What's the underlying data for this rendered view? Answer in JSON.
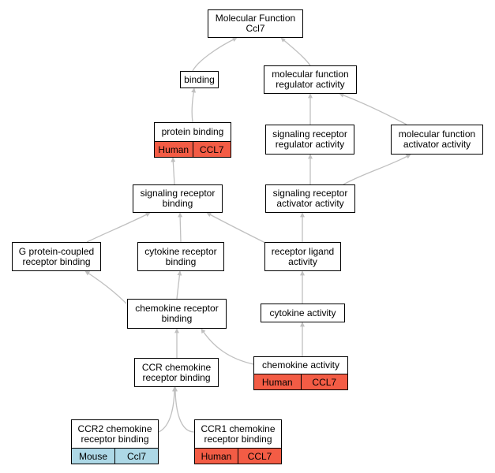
{
  "colors": {
    "human": "#f35c45",
    "mouse": "#add8e6",
    "edge": "#c0c0c0"
  },
  "nodes": {
    "root": {
      "label": "Molecular Function\nCcl7"
    },
    "binding": {
      "label": "binding"
    },
    "mfra": {
      "label": "molecular function\nregulator activity"
    },
    "protein_binding": {
      "label": "protein binding",
      "tags": [
        "Human",
        "CCL7"
      ]
    },
    "srra": {
      "label": "signaling receptor\nregulator activity"
    },
    "mfaa": {
      "label": "molecular function\nactivator activity"
    },
    "srb": {
      "label": "signaling receptor\nbinding"
    },
    "sraa": {
      "label": "signaling receptor\nactivator activity"
    },
    "gpcr": {
      "label": "G protein-coupled\nreceptor binding"
    },
    "crb": {
      "label": "cytokine receptor\nbinding"
    },
    "rla": {
      "label": "receptor ligand\nactivity"
    },
    "chrb": {
      "label": "chemokine receptor\nbinding"
    },
    "ca": {
      "label": "cytokine activity"
    },
    "ccrb": {
      "label": "CCR chemokine\nreceptor binding"
    },
    "cha": {
      "label": "chemokine activity",
      "tags": [
        "Human",
        "CCL7"
      ]
    },
    "ccr2": {
      "label": "CCR2 chemokine\nreceptor binding",
      "tags": [
        "Mouse",
        "Ccl7"
      ]
    },
    "ccr1": {
      "label": "CCR1 chemokine\nreceptor binding",
      "tags": [
        "Human",
        "CCL7"
      ]
    }
  }
}
